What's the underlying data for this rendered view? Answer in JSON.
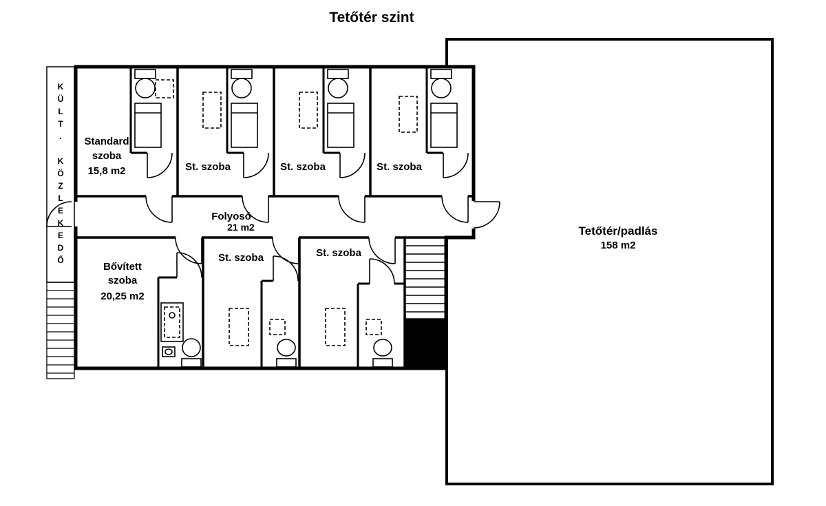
{
  "labels": {
    "title": "Tetőtér szint",
    "outdoor_walkway": "KÜLT. KÖZLEKEDŐ"
  },
  "rooms": {
    "attic": {
      "name": "Tetőtér/padlás",
      "area": "158 m2"
    },
    "corridor": {
      "name": "Folyosó",
      "area": "21 m2"
    },
    "standard": {
      "line1": "Standard",
      "line2": "szoba",
      "area": "15,8 m2"
    },
    "st_top_1": {
      "name": "St. szoba"
    },
    "st_top_2": {
      "name": "St. szoba"
    },
    "st_top_3": {
      "name": "St. szoba"
    },
    "bovitett": {
      "line1": "Bővített",
      "line2": "szoba",
      "area": "20,25 m2"
    },
    "st_bottom_1": {
      "name": "St. szoba"
    },
    "st_bottom_2": {
      "name": "St. szoba"
    }
  },
  "colors": {
    "wall": "#000000",
    "background": "#ffffff",
    "void_fill": "#000000"
  }
}
